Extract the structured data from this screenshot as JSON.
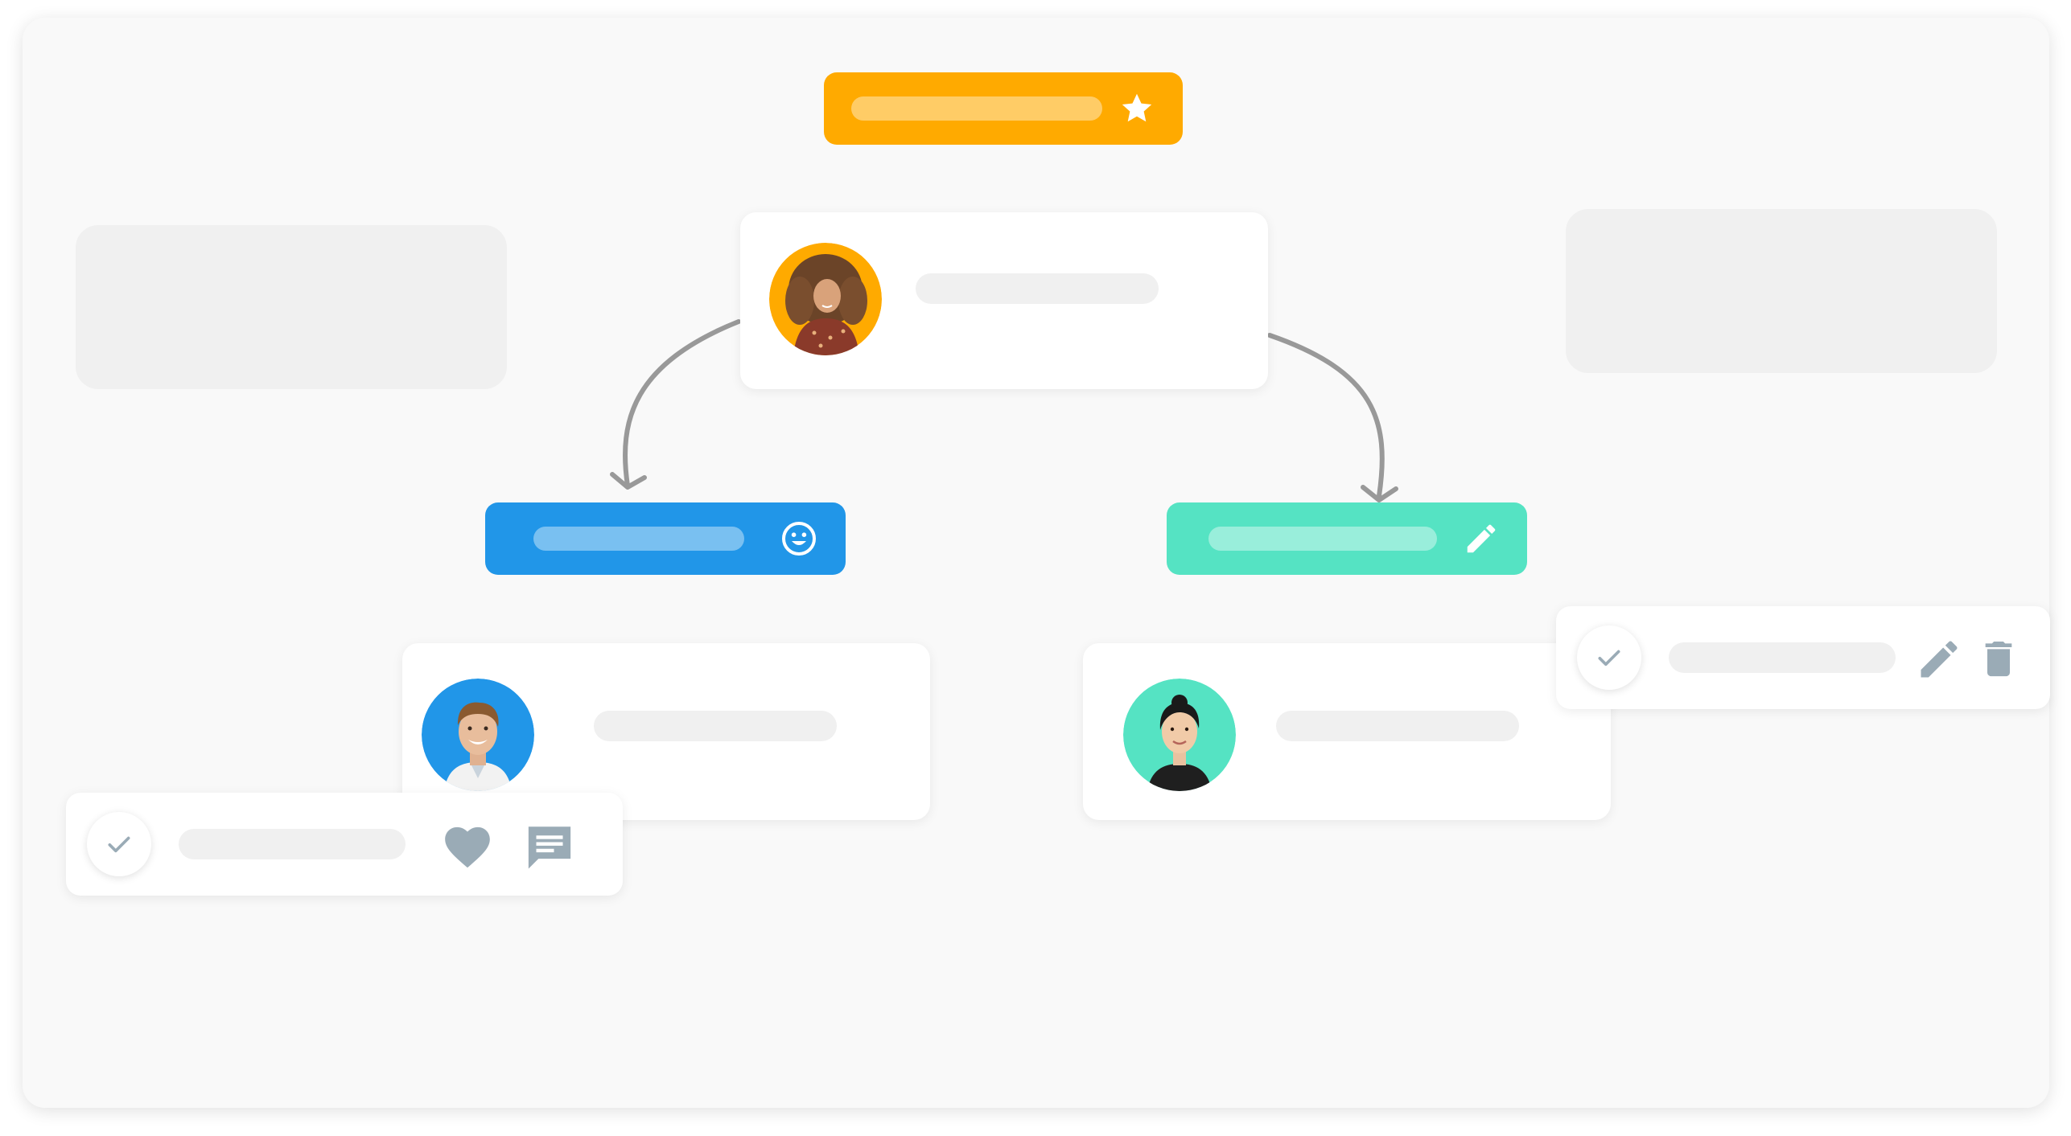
{
  "colors": {
    "root_tag": "#ffaa00",
    "left_tag": "#2196e8",
    "right_tag": "#55e3c3",
    "canvas_bg": "#f9f9f9",
    "connector": "#999999",
    "action_icon": "#9aabb6"
  },
  "root_tag": {
    "label": "",
    "icon": "star-icon"
  },
  "root_card": {
    "name": "",
    "avatar": "woman-curly-hair-avatar"
  },
  "left_tag": {
    "label": "",
    "icon": "smiley-icon"
  },
  "right_tag": {
    "label": "",
    "icon": "pencil-icon"
  },
  "left_card": {
    "name": "",
    "avatar": "man-smiling-avatar"
  },
  "right_card": {
    "name": "",
    "avatar": "woman-dark-hair-avatar"
  },
  "left_action_bar": {
    "text": "",
    "icons": [
      "check-icon",
      "heart-icon",
      "comment-icon"
    ]
  },
  "right_action_bar": {
    "text": "",
    "icons": [
      "check-icon",
      "pencil-icon",
      "trash-icon"
    ]
  }
}
